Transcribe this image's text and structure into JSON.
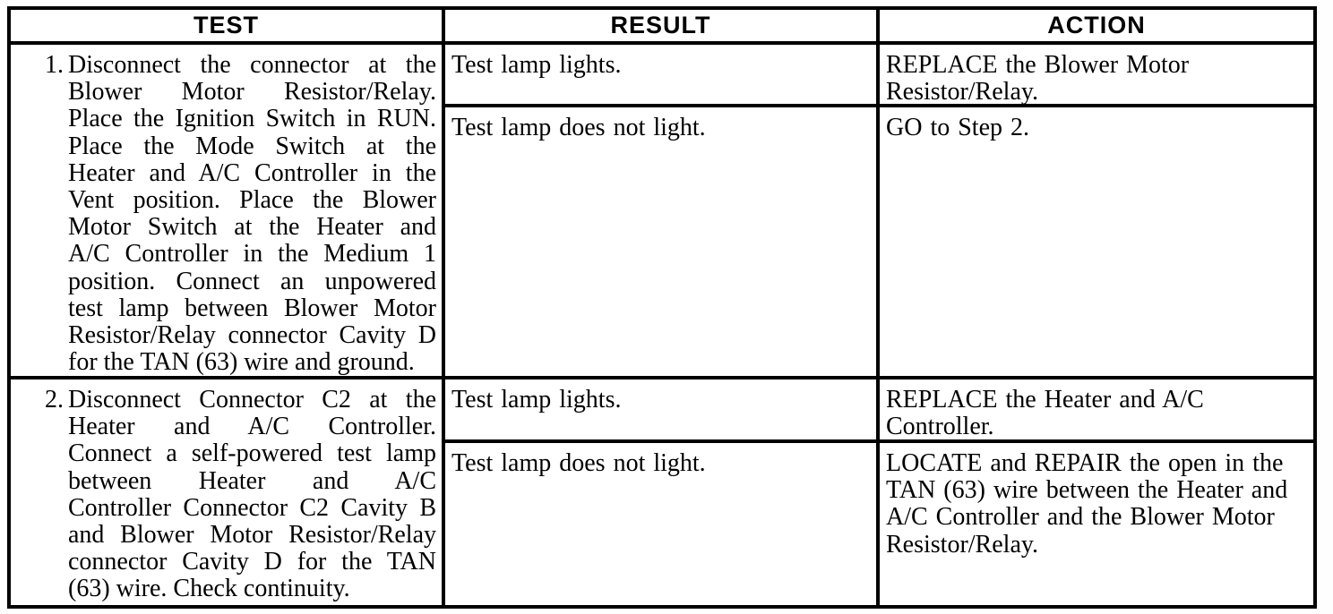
{
  "document": {
    "kind": "diagnostic-test-table",
    "paper_color": "#ffffff",
    "ink_color": "#000000"
  },
  "table": {
    "headers": {
      "test": "TEST",
      "result": "RESULT",
      "action": "ACTION"
    },
    "steps": [
      {
        "number": "1.",
        "test_lines": [
          "Disconnect the connector at the",
          "Blower Motor Resistor/Relay.",
          "Place the Ignition Switch in RUN.",
          "Place the Mode Switch at the",
          "Heater and A/C Controller in the",
          "Vent position. Place the Blower",
          "Motor Switch at the Heater and",
          "A/C Controller in the Medium 1",
          "position. Connect an unpowered",
          "test lamp between Blower Motor",
          "Resistor/Relay connector Cavity D",
          "for the TAN (63) wire and ground."
        ],
        "outcomes": [
          {
            "result": "Test lamp lights.",
            "action_lines": [
              "REPLACE the Blower Motor",
              "Resistor/Relay."
            ]
          },
          {
            "result": "Test lamp does not light.",
            "action_lines": [
              "GO to Step 2."
            ]
          }
        ]
      },
      {
        "number": "2.",
        "test_lines": [
          "Disconnect Connector C2 at the",
          "Heater and A/C Controller.",
          "Connect a self-powered test lamp",
          "between Heater and A/C",
          "Controller Connector C2 Cavity B",
          "and Blower Motor Resistor/Relay",
          "connector Cavity D for the TAN",
          "(63) wire. Check continuity."
        ],
        "outcomes": [
          {
            "result": "Test lamp lights.",
            "action_lines": [
              "REPLACE the Heater and A/C",
              "Controller."
            ]
          },
          {
            "result": "Test lamp does not light.",
            "action_lines": [
              "LOCATE and REPAIR the open in the",
              "TAN (63) wire between the Heater and",
              "A/C Controller and the Blower Motor",
              "Resistor/Relay."
            ]
          }
        ]
      }
    ]
  }
}
